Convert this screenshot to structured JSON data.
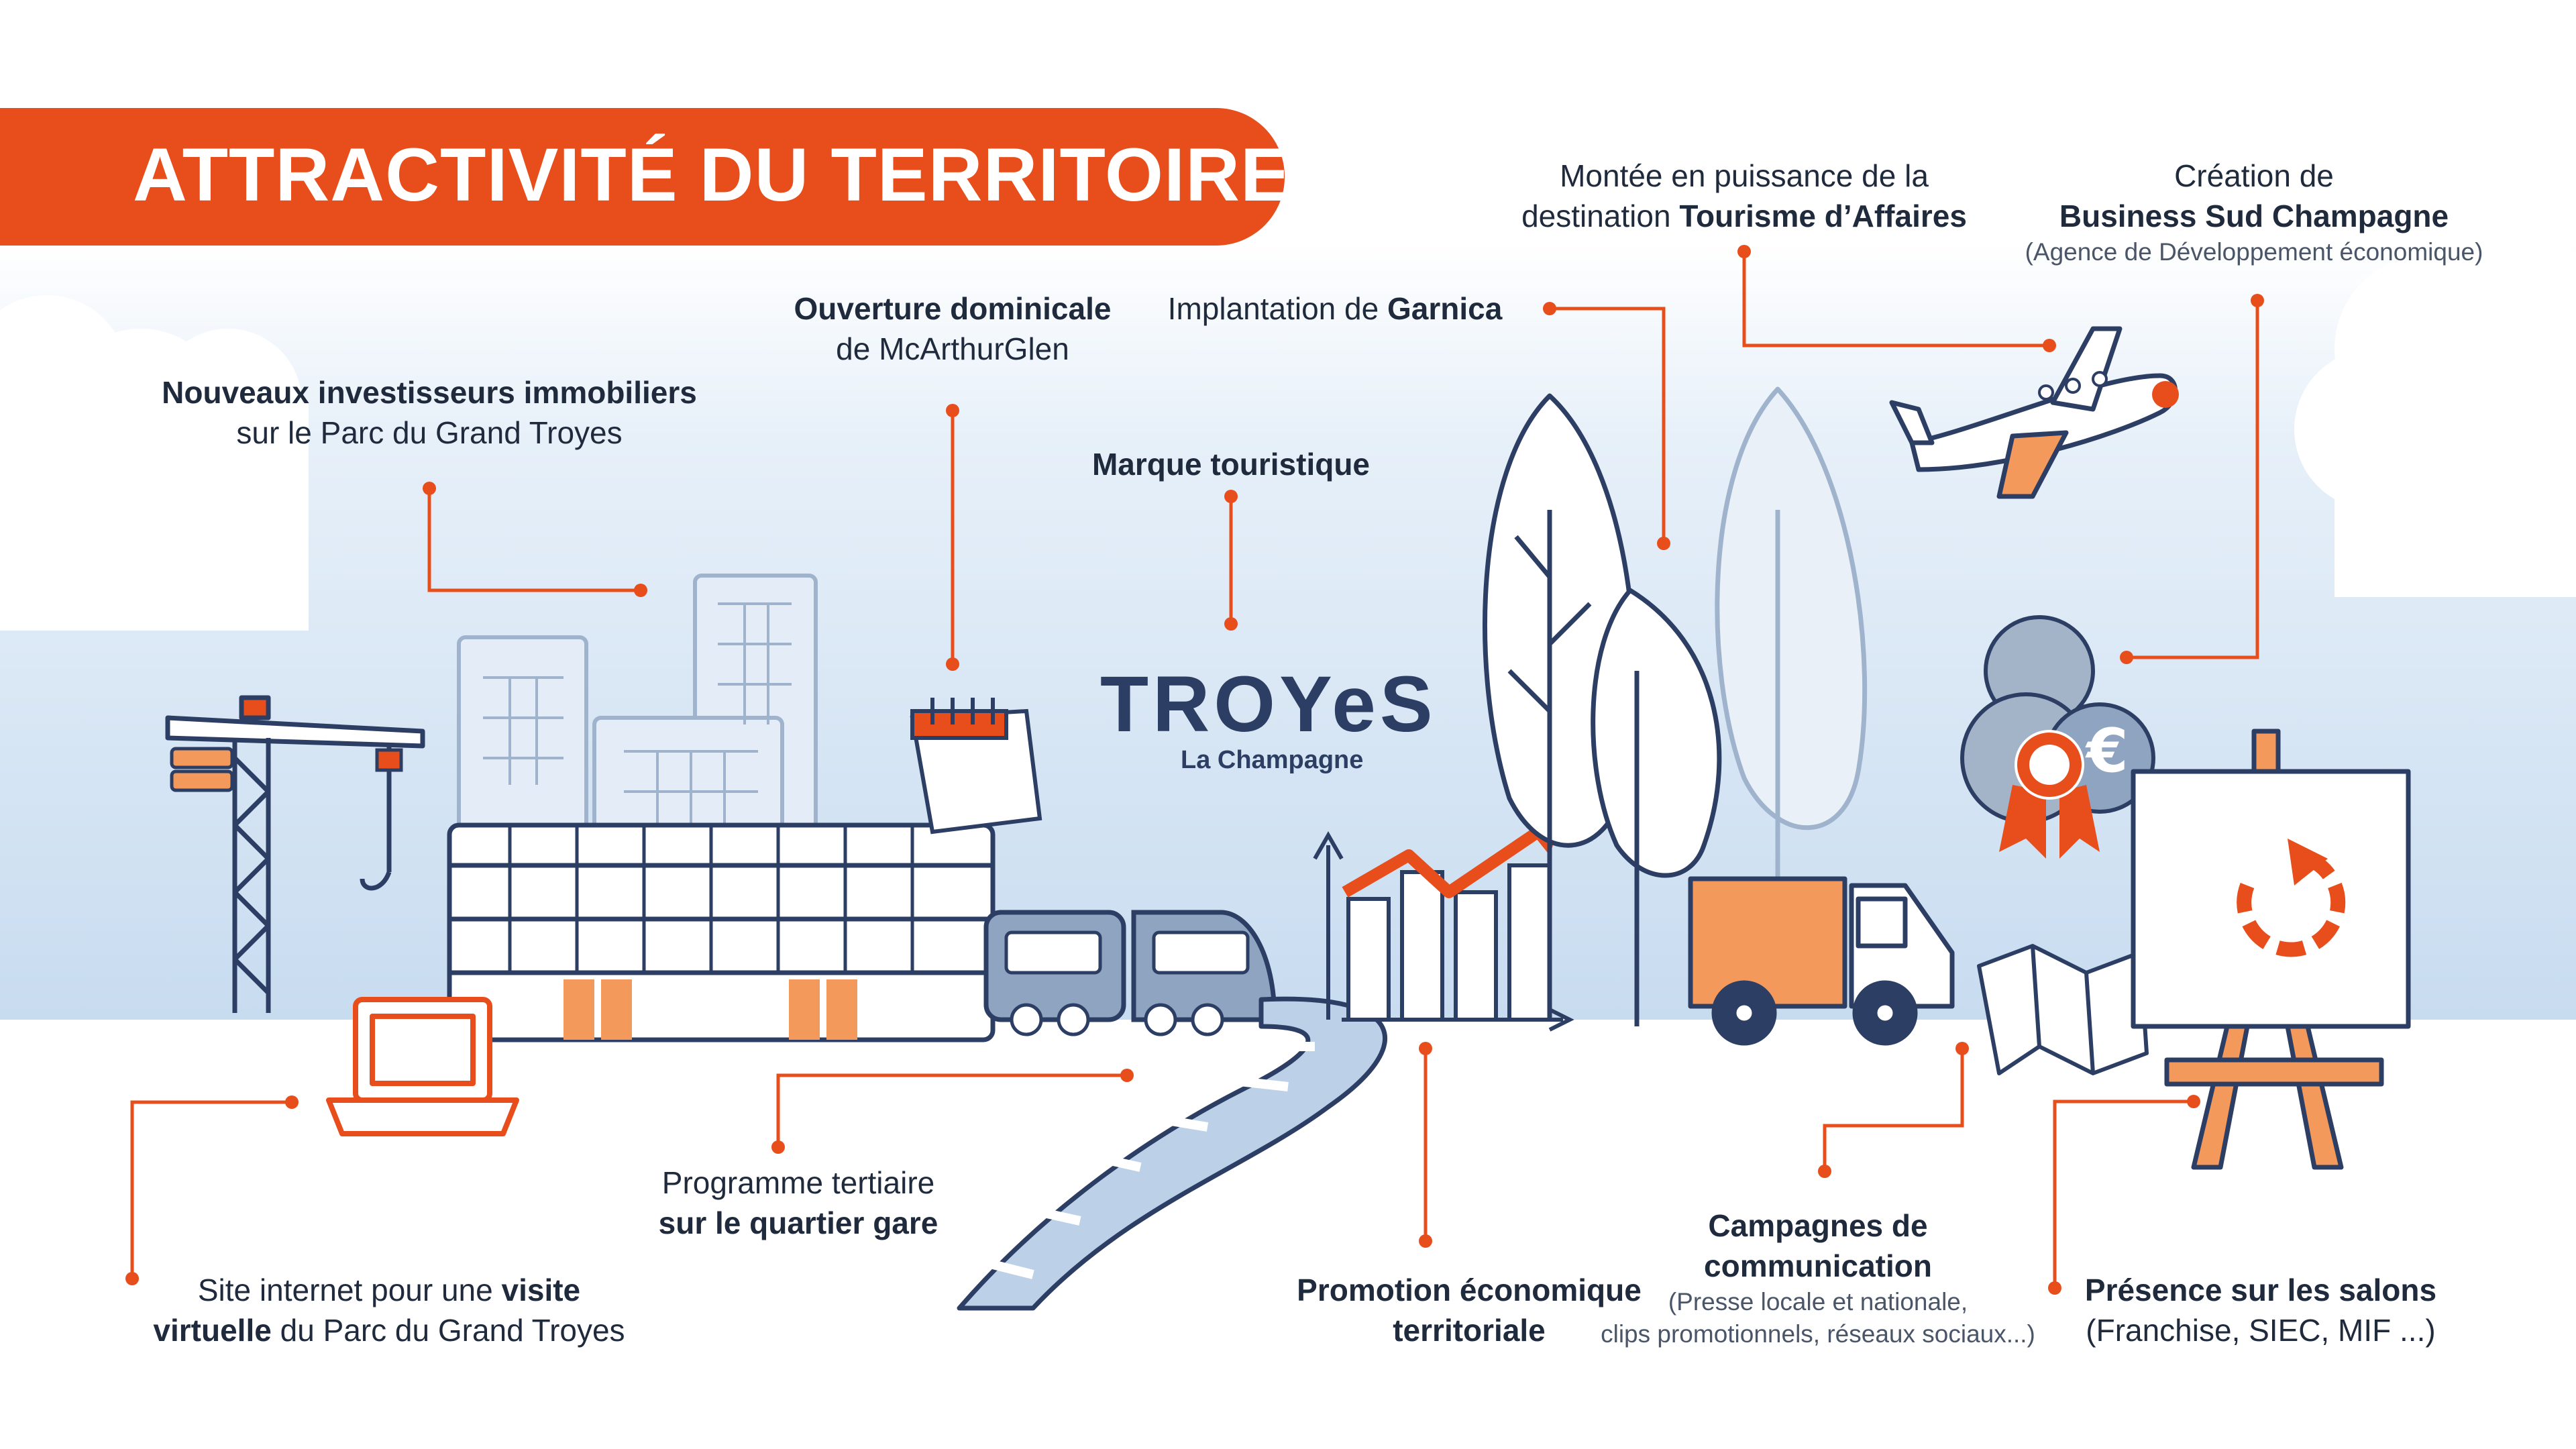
{
  "title": "ATTRACTIVITÉ DU TERRITOIRE",
  "colors": {
    "accent": "#e84e1b",
    "navy": "#2c3e63",
    "orange": "#f3995b",
    "sky": "#d6e6f5",
    "pale_blue": "#a7bfdc"
  },
  "labels": {
    "investors": {
      "line1": "Nouveaux investisseurs immobiliers",
      "line2": "sur le Parc du Grand Troyes"
    },
    "mcarthur": {
      "line1": "Ouverture dominicale",
      "line2": "de McArthurGlen"
    },
    "brand": {
      "line1": "Marque touristique"
    },
    "garnica": {
      "prefix": "Implantation de ",
      "bold": "Garnica"
    },
    "business_tourism": {
      "line1": "Montée en puissance de la",
      "line2_prefix": "destination ",
      "line2_bold": "Tourisme d’Affaires"
    },
    "business_sud": {
      "line1": "Création de",
      "line2": "Business Sud Champagne",
      "line3": "(Agence de Développement économique)"
    },
    "website": {
      "line1_prefix": "Site internet pour une ",
      "line1_bold": "visite",
      "line2_bold": "virtuelle",
      "line2_suffix": " du Parc du Grand Troyes"
    },
    "tertiary": {
      "line1": "Programme tertiaire",
      "line2": "sur le quartier gare"
    },
    "promotion": {
      "line1": "Promotion économique",
      "line2": "territoriale"
    },
    "campaigns": {
      "line1": "Campagnes de",
      "line2": "communication",
      "line3": "(Presse locale et nationale,",
      "line4": "clips promotionnels, réseaux sociaux...)"
    },
    "fairs": {
      "line1": "Présence sur les salons",
      "line2": "(Franchise, SIEC, MIF ...)"
    }
  },
  "logo": {
    "main": "TROYeS",
    "sub": "La Champagne"
  },
  "icons": {
    "plane": "airplane-icon",
    "calendar": "calendar-icon",
    "laptop": "laptop-icon",
    "truck": "truck-icon",
    "easel": "easel-icon",
    "map": "map-icon",
    "coins": "coin-stack-icon",
    "medal": "award-medal-icon",
    "growth": "growth-arrow-icon",
    "crane": "crane-icon",
    "train": "train-icon",
    "rail": "railway-track-icon"
  }
}
